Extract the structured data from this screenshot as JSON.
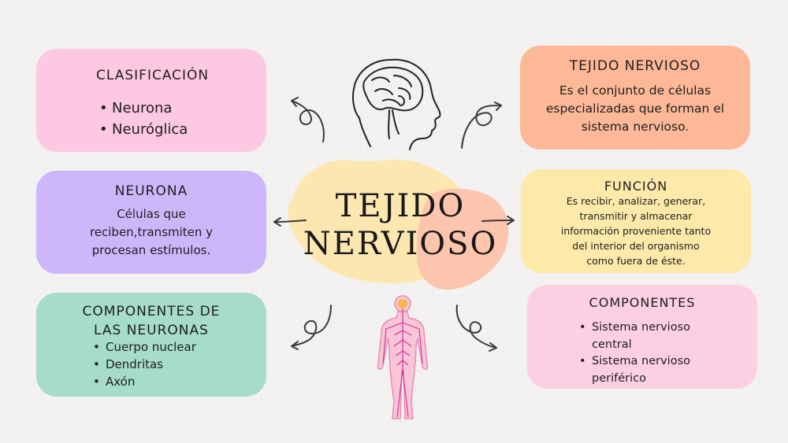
{
  "title": "TEJIDO NERVIOSO",
  "title_lines": [
    "TEJIDO",
    "NERVIOSO"
  ],
  "colors": {
    "pink": "#fdc8e2",
    "purple": "#cdb7fb",
    "teal": "#a5dccb",
    "orange": "#fdb897",
    "yellow": "#fde9a9",
    "pink_light": "#fdcfe2",
    "blob_yellow": "#fde7b1",
    "blob_salmon": "#fdc5ad"
  },
  "icons": [
    "brain-head-icon",
    "human-nervous-system-icon"
  ],
  "cards": {
    "clasificacion": {
      "title": "CLASIFICACIÓN",
      "items": [
        "Neurona",
        "Neuróglica"
      ]
    },
    "neurona": {
      "title": "NEURONA",
      "text_lines": [
        "Células que",
        "reciben,transmiten y",
        "procesan estímulos."
      ]
    },
    "componentes_neuronas": {
      "title_lines": [
        "COMPONENTES DE",
        "LAS NEURONAS"
      ],
      "items": [
        "Cuerpo nuclear",
        "Dendritas",
        "Axón"
      ]
    },
    "tejido": {
      "title": "TEJIDO NERVIOSO",
      "text_lines": [
        "Es el conjunto de células",
        "especializadas que forman el",
        "sistema nervioso."
      ]
    },
    "funcion": {
      "title": "FUNCIÓN",
      "text_lines": [
        "Es recibir, analizar, generar,",
        "transmitir y almacenar",
        "información proveniente tanto",
        "del interior del organismo",
        "como fuera de éste."
      ]
    },
    "componentes": {
      "title": "COMPONENTES",
      "items": [
        [
          "Sistema nervioso",
          "central"
        ],
        [
          "Sistema nervioso",
          "periférico"
        ]
      ]
    }
  }
}
